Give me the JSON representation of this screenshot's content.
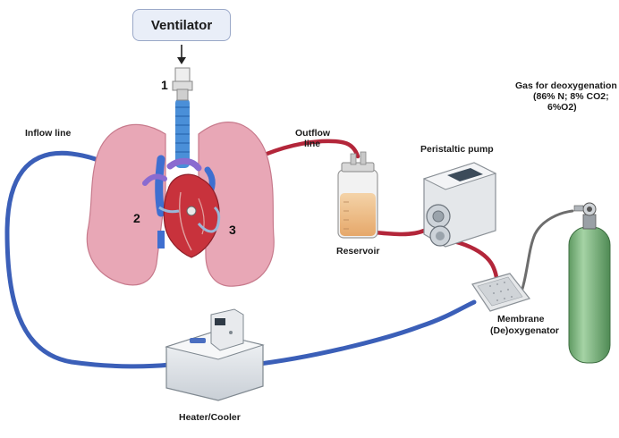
{
  "ventilator": {
    "label": "Ventilator"
  },
  "labels": {
    "inflow": "Inflow line",
    "outflow_l1": "Outflow",
    "outflow_l2": "line",
    "peristaltic": "Peristaltic pump",
    "reservoir": "Reservoir",
    "membrane_l1": "Membrane",
    "membrane_l2": "(De)oxygenator",
    "heater": "Heater/Cooler",
    "gas_l1": "Gas for deoxygenation",
    "gas_l2": "(86% N; 8% CO2;",
    "gas_l3": "6%O2)"
  },
  "numbers": {
    "n1": "1",
    "n2": "2",
    "n3": "3"
  },
  "colors": {
    "inflow_tube": "#3b5fb8",
    "outflow_tube": "#b3263a",
    "lung": "#e8a7b6",
    "heart": "#c8323c",
    "trachea": "#4a8fd8",
    "gas_cylinder": "#7cb47c"
  }
}
